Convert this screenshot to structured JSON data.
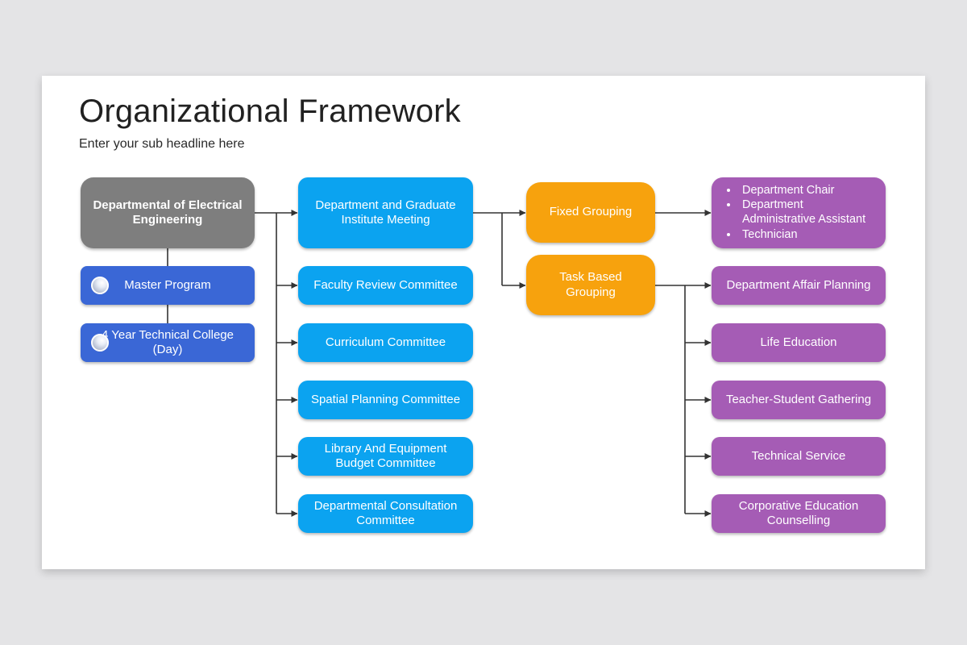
{
  "slide": {
    "title": "Organizational Framework",
    "subtitle": "Enter your sub headline here"
  },
  "colors": {
    "page_background": "#e4e4e6",
    "slide_background": "#ffffff",
    "root_box": "#7e7e7e",
    "program_box": "#3a67d6",
    "committee_box": "#0ba3f0",
    "grouping_box": "#f7a20d",
    "unit_box": "#a55cb5",
    "connector": "#333333",
    "box_text": "#ffffff"
  },
  "org_chart": {
    "root": {
      "label": "Departmental of Electrical Engineering"
    },
    "programs": [
      {
        "label": "Master Program"
      },
      {
        "label": "4 Year Technical College (Day)"
      }
    ],
    "committees": [
      {
        "label": "Department and Graduate Institute Meeting"
      },
      {
        "label": "Faculty Review Committee"
      },
      {
        "label": "Curriculum Committee"
      },
      {
        "label": "Spatial Planning Committee"
      },
      {
        "label": "Library And Equipment Budget Committee"
      },
      {
        "label": "Departmental Consultation Committee"
      }
    ],
    "groupings": [
      {
        "label": "Fixed Grouping"
      },
      {
        "label": "Task Based Grouping"
      }
    ],
    "fixed_grouping_members": [
      {
        "label": "Department Chair"
      },
      {
        "label": "Department Administrative Assistant"
      },
      {
        "label": "Technician"
      }
    ],
    "task_grouping_units": [
      {
        "label": "Department Affair Planning"
      },
      {
        "label": "Life Education"
      },
      {
        "label": "Teacher-Student Gathering"
      },
      {
        "label": "Technical Service"
      },
      {
        "label": "Corporative Education Counselling"
      }
    ]
  }
}
